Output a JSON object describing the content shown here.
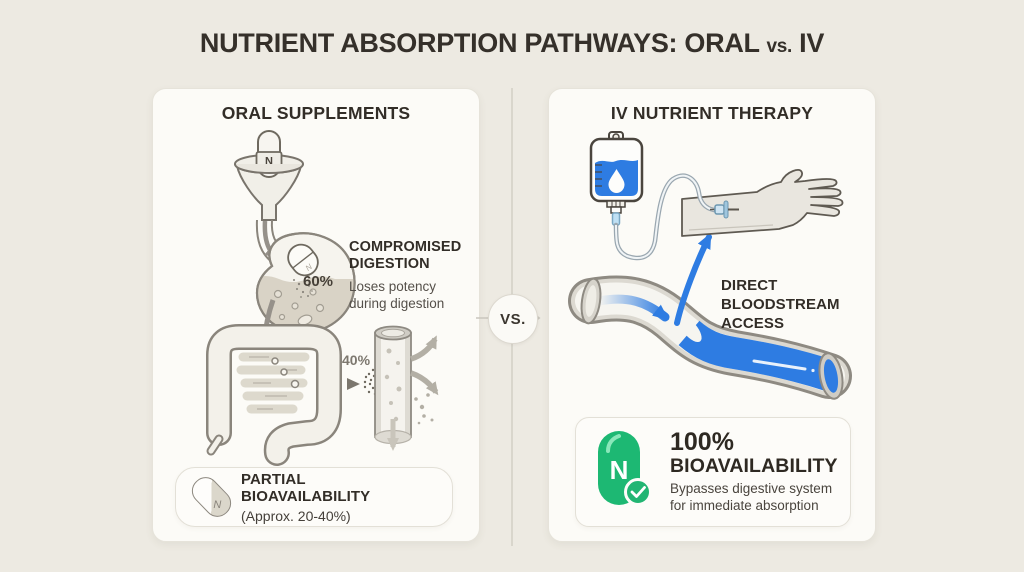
{
  "title": {
    "main": "NUTRIENT ABSORPTION PATHWAYS: ORAL",
    "vs": "vs.",
    "suffix": "IV"
  },
  "comparison": {
    "vs_badge": "VS."
  },
  "left_panel": {
    "header": "ORAL SUPPLEMENTS",
    "funnel_capsule_letter": "N",
    "stomach_capsule_letter": "N",
    "stomach_retention_pct": "60%",
    "absorption_pct": "40%",
    "callout_title": "COMPROMISED DIGESTION",
    "callout_body": "Loses potency during digestion",
    "footer": {
      "pill_letter": "N",
      "title": "PARTIAL BIOAVAILABILITY",
      "subtitle": "(Approx. 20-40%)"
    }
  },
  "right_panel": {
    "header": "IV NUTRIENT THERAPY",
    "callout_title": "DIRECT BLOODSTREAM ACCESS",
    "footer": {
      "capsule_letter": "N",
      "stat": "100%",
      "title": "BIOAVAILABILITY",
      "body": "Bypasses digestive system for immediate absorption"
    }
  },
  "icons": {
    "drop_icon": "water-drop",
    "check_icon": "checkmark",
    "pill_icon": "capsule",
    "iv_bag_icon": "iv-bag",
    "funnel_icon": "funnel",
    "stomach_icon": "stomach",
    "intestine_icon": "intestines",
    "vessel_icon": "blood-vessel",
    "arm_icon": "arm"
  },
  "colors": {
    "accent_blue": "#2e7ce2",
    "accent_green": "#1db873",
    "ink": "#35302a",
    "canvas_bg": "#edeae2",
    "panel_bg": "#fcfbf7",
    "line_gray": "#8e8a82"
  }
}
